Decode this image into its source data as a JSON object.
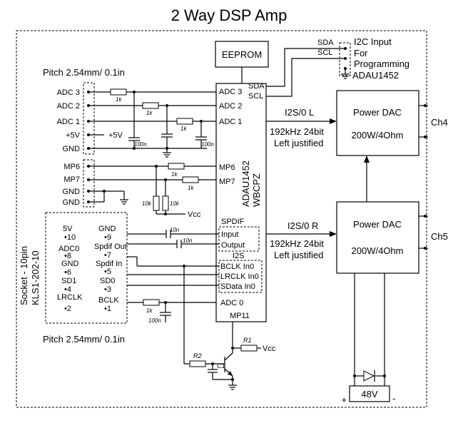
{
  "title": "2 Way DSP Amp",
  "eeprom": "EEPROM",
  "i2c": {
    "line1": "I2C Input",
    "line2": "For",
    "line3": "Programming",
    "line4": "ADAU1452",
    "sda": "SDA",
    "scl": "SCL"
  },
  "pitch_top": "Pitch 2.54mm/ 0.1in",
  "pitch_bottom": "Pitch 2.54mm/ 0.1in",
  "left_header": {
    "adc3": "ADC 3",
    "adc2": "ADC 2",
    "adc1": "ADC 1",
    "v5": "+5V",
    "gnd": "GND",
    "mp6": "MP6",
    "mp7": "MP7",
    "gnd2": "GND",
    "gnd3": "GND"
  },
  "supply": {
    "v5": "+5V",
    "vcc": "Vcc",
    "vcc2": "Vcc"
  },
  "values": {
    "r1k": "1k",
    "c100n": "100n",
    "r10k": "10k",
    "c10n": "10n"
  },
  "chip": {
    "name1": "ADAU1452",
    "name2": "WBCPZ",
    "sda": "SDA",
    "scl": "SCL",
    "adc3": "ADC 3",
    "adc2": "ADC 2",
    "adc1": "ADC 1",
    "mp6": "MP6",
    "mp7": "MP7",
    "spdif": "SPDIF",
    "input": "Input",
    "output": "Output",
    "i2s": "I2S",
    "bclk": "BCLK In0",
    "lrclk": "LRCLK In0",
    "sdata": "SData In0",
    "adc0": "ADC 0",
    "mp11": "MP11"
  },
  "dac_l": {
    "label": "Power DAC",
    "power": "200W/4Ohm",
    "bus": "I2S/0 L",
    "fmt1": "192kHz 24bit",
    "fmt2": "Left justified",
    "ch": "Ch4"
  },
  "dac_r": {
    "label": "Power DAC",
    "power": "200W/4Ohm",
    "bus": "I2S/0 R",
    "fmt1": "192kHz 24bit",
    "fmt2": "Left justified",
    "ch": "Ch5"
  },
  "socket": {
    "name1": "Socket - 10pin",
    "name2": "KLS1-202-10",
    "pins": [
      {
        "label": "5V",
        "num": "•10"
      },
      {
        "label": "ADC0",
        "num": "•8"
      },
      {
        "label": "GND",
        "num": "•6"
      },
      {
        "label": "SD1",
        "num": "•4"
      },
      {
        "label": "LRCLK",
        "num": "•2"
      },
      {
        "label": "GND",
        "num": "•9"
      },
      {
        "label": "Spdif Out",
        "num": "•7"
      },
      {
        "label": "Spdif In",
        "num": "•5"
      },
      {
        "label": "SD0",
        "num": "•3"
      },
      {
        "label": "BCLK",
        "num": "•1"
      }
    ]
  },
  "driver": {
    "r1": "R1",
    "r2": "R2",
    "c1": "C1"
  },
  "psu": {
    "voltage": "48V",
    "plus": "+",
    "minus": "-"
  }
}
